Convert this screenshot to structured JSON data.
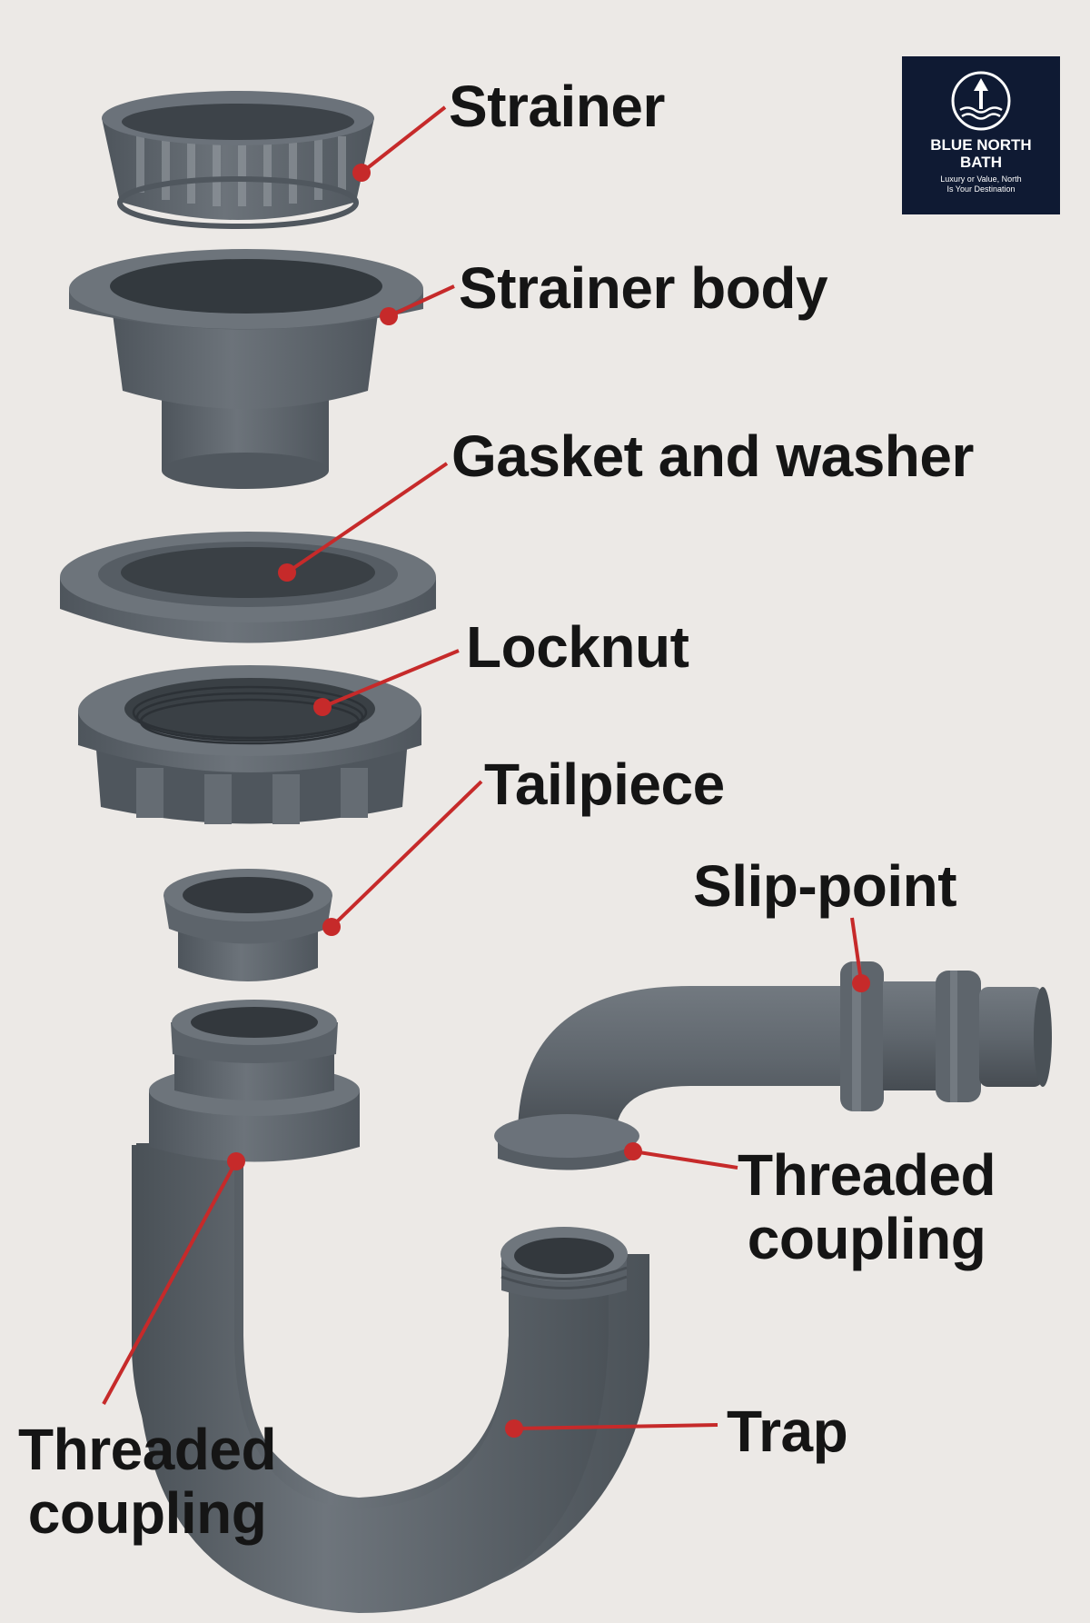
{
  "labels": {
    "strainer": "Strainer",
    "strainer_body": "Strainer body",
    "gasket_and_washer": "Gasket and washer",
    "locknut": "Locknut",
    "tailpiece": "Tailpiece",
    "slip_point": "Slip-point",
    "threaded_coupling_right": [
      "Threaded",
      "coupling"
    ],
    "trap": "Trap",
    "threaded_coupling_left": [
      "Threaded",
      "coupling"
    ]
  },
  "logo": {
    "brand_line1": "BLUE NORTH",
    "brand_line2": "BATH",
    "tagline_line1": "Luxury or Value, North",
    "tagline_line2": "Is Your Destination"
  },
  "colors": {
    "background": "#ece9e6",
    "part": "#5f666e",
    "part_dark": "#3c4248",
    "part_light": "#7a8188",
    "leader": "#c62a2a",
    "logo_bg": "#0f1a33",
    "label_text": "#151515"
  },
  "icons": {
    "logo_mark": "compass-arrow-waves-icon"
  }
}
